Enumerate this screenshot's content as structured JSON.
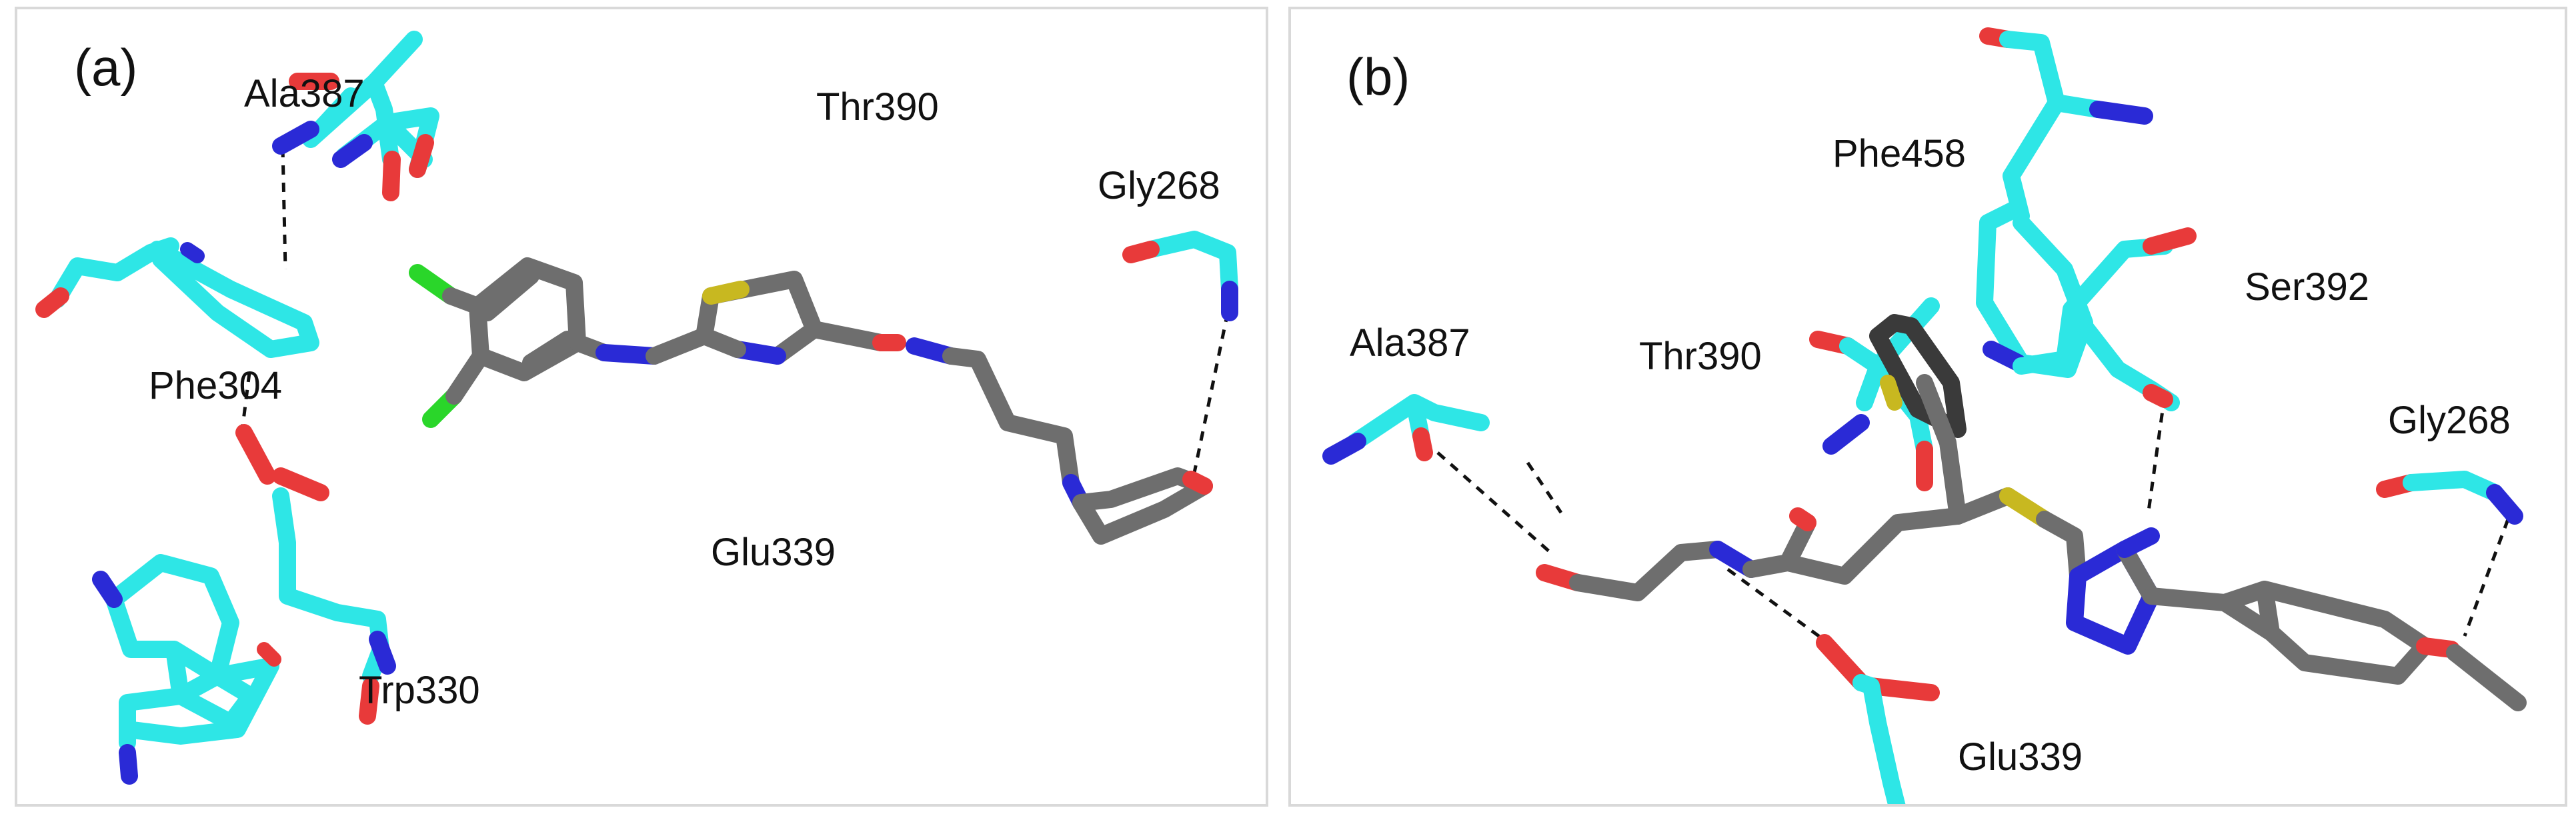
{
  "colors": {
    "residue_carbon": "#2ee6e6",
    "ligand_carbon": "#6e6e6e",
    "oxygen": "#e83a3a",
    "nitrogen": "#2a2ad6",
    "sulfur": "#c8b820",
    "chlorine": "#2ad62a",
    "hbond": "#111111",
    "panel_border": "#d9d9d9"
  },
  "panel_a": {
    "label": "(a)",
    "residues": {
      "ala387": "Ala387",
      "thr390": "Thr390",
      "gly268": "Gly268",
      "phe304": "Phe304",
      "glu339": "Glu339",
      "trp330": "Trp330"
    }
  },
  "panel_b": {
    "label": "(b)",
    "residues": {
      "phe458": "Phe458",
      "ser392": "Ser392",
      "ala387": "Ala387",
      "thr390": "Thr390",
      "gly268": "Gly268",
      "glu339": "Glu339"
    }
  }
}
